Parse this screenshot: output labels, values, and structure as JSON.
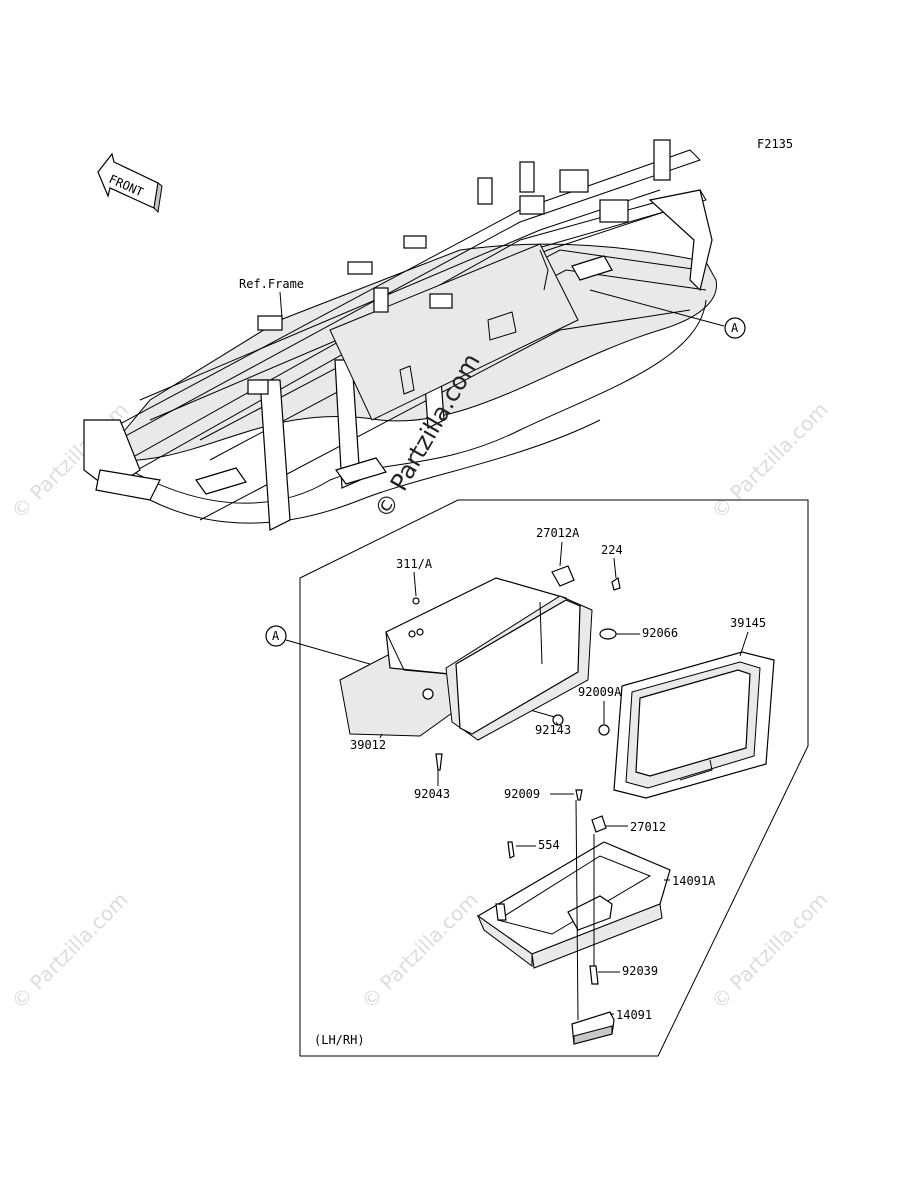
{
  "figure_code": "F2135",
  "front_label": "FRONT",
  "ref_frame_label": "Ref.Frame",
  "marker_a": "A",
  "variant_label": "(LH/RH)",
  "watermark": "© Partzilla.com",
  "part_numbers": {
    "p27012A": "27012A",
    "p224": "224",
    "p311A": "311/A",
    "p39145": "39145",
    "p92066": "92066",
    "p92009A": "92009A",
    "p92143": "92143",
    "p39012": "39012",
    "p92043": "92043",
    "p92009": "92009",
    "p27012": "27012",
    "p554": "554",
    "p14091A": "14091A",
    "p92039": "92039",
    "p14091": "14091"
  }
}
